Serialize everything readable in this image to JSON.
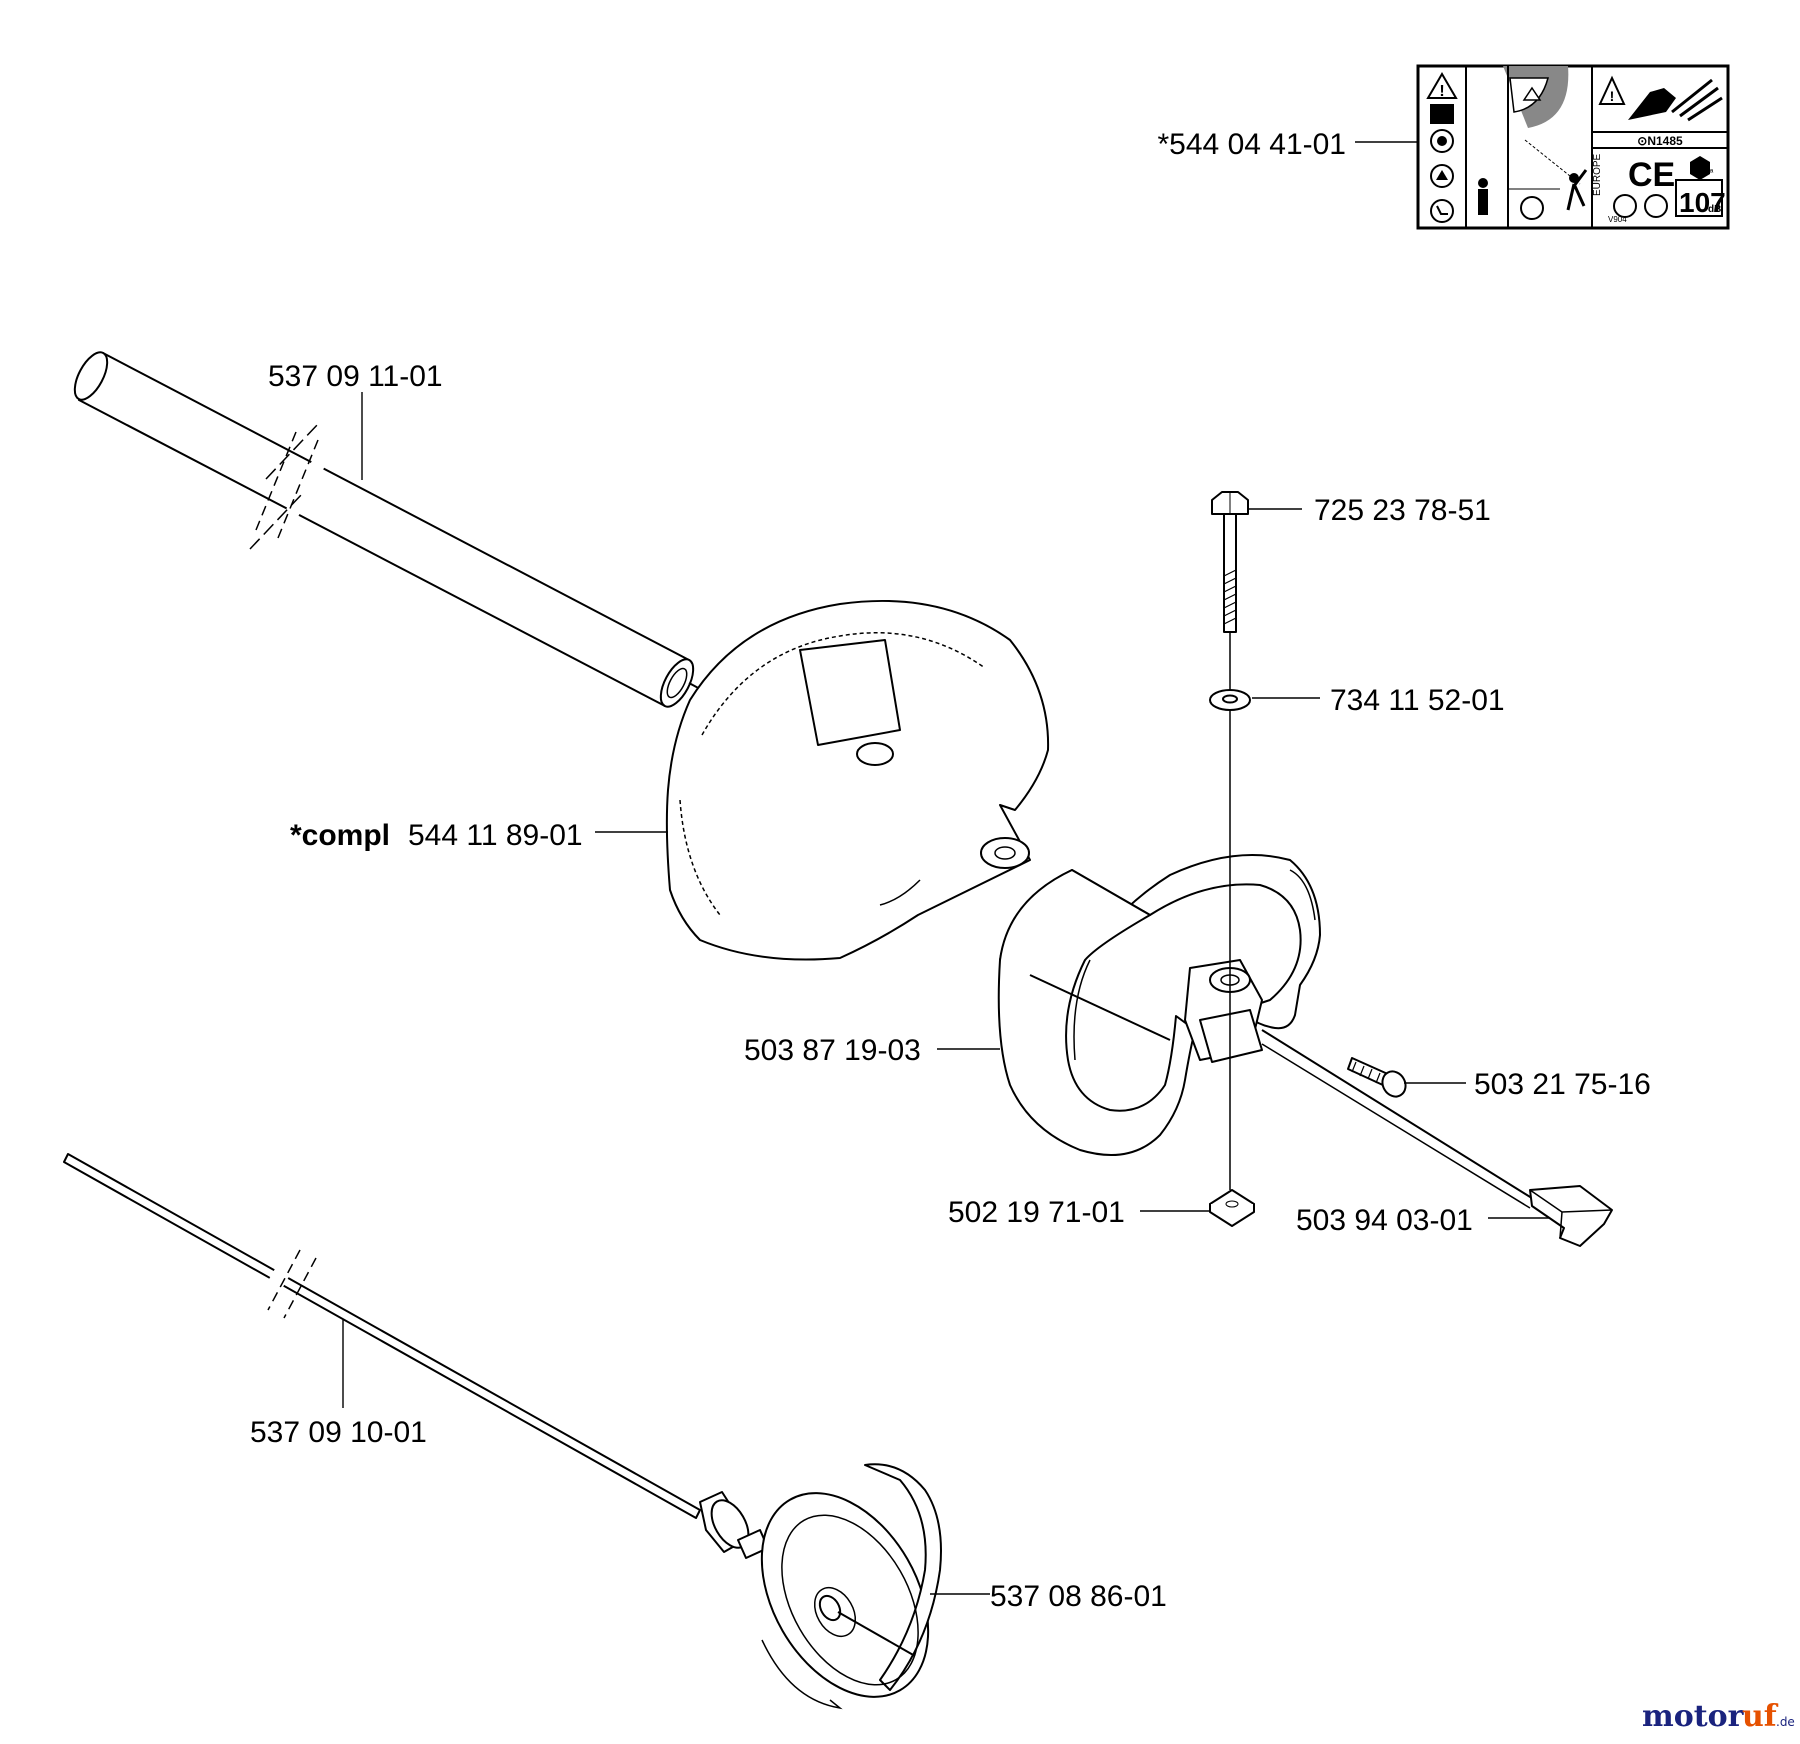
{
  "labels": {
    "decal": "*544 04 41-01",
    "tube": "537 09 11-01",
    "bolt": "725 23 78-51",
    "washer": "734 11 52-01",
    "guard_prefix": "*compl",
    "guard": "544 11 89-01",
    "handle": "503 87 19-03",
    "screw": "503 21 75-16",
    "nut": "502 19 71-01",
    "bracket": "503 94 03-01",
    "shaft": "537 09 10-01",
    "flange": "537 08 86-01"
  },
  "decal_panel": {
    "cert_code": "⊙N1485",
    "sound_level": "107",
    "sound_unit": "dB",
    "sound_prefix": "Lₐ",
    "ce_mark": "CE",
    "region": "EUROPE",
    "code": "V904"
  },
  "watermark": {
    "part1": "motor",
    "part2": "uf",
    "suffix": ".de"
  }
}
